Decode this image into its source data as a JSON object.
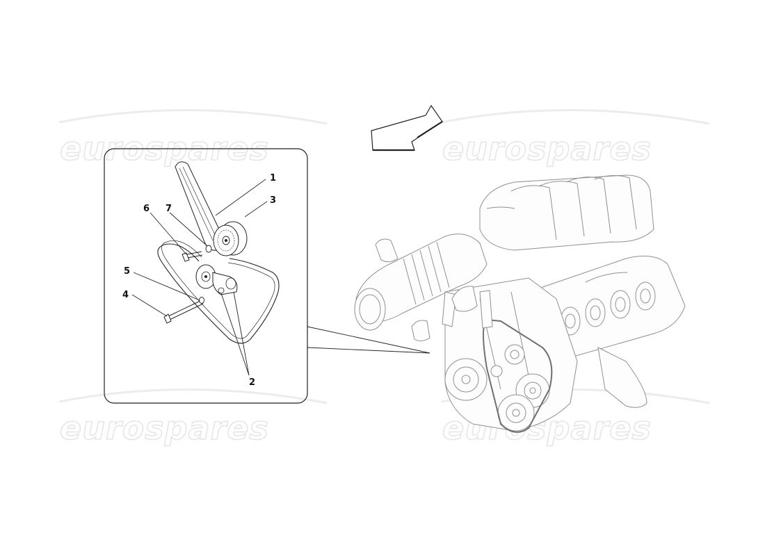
{
  "watermark": {
    "text": "eurospares"
  },
  "callouts": [
    "1",
    "2",
    "3",
    "4",
    "5",
    "6",
    "7"
  ]
}
